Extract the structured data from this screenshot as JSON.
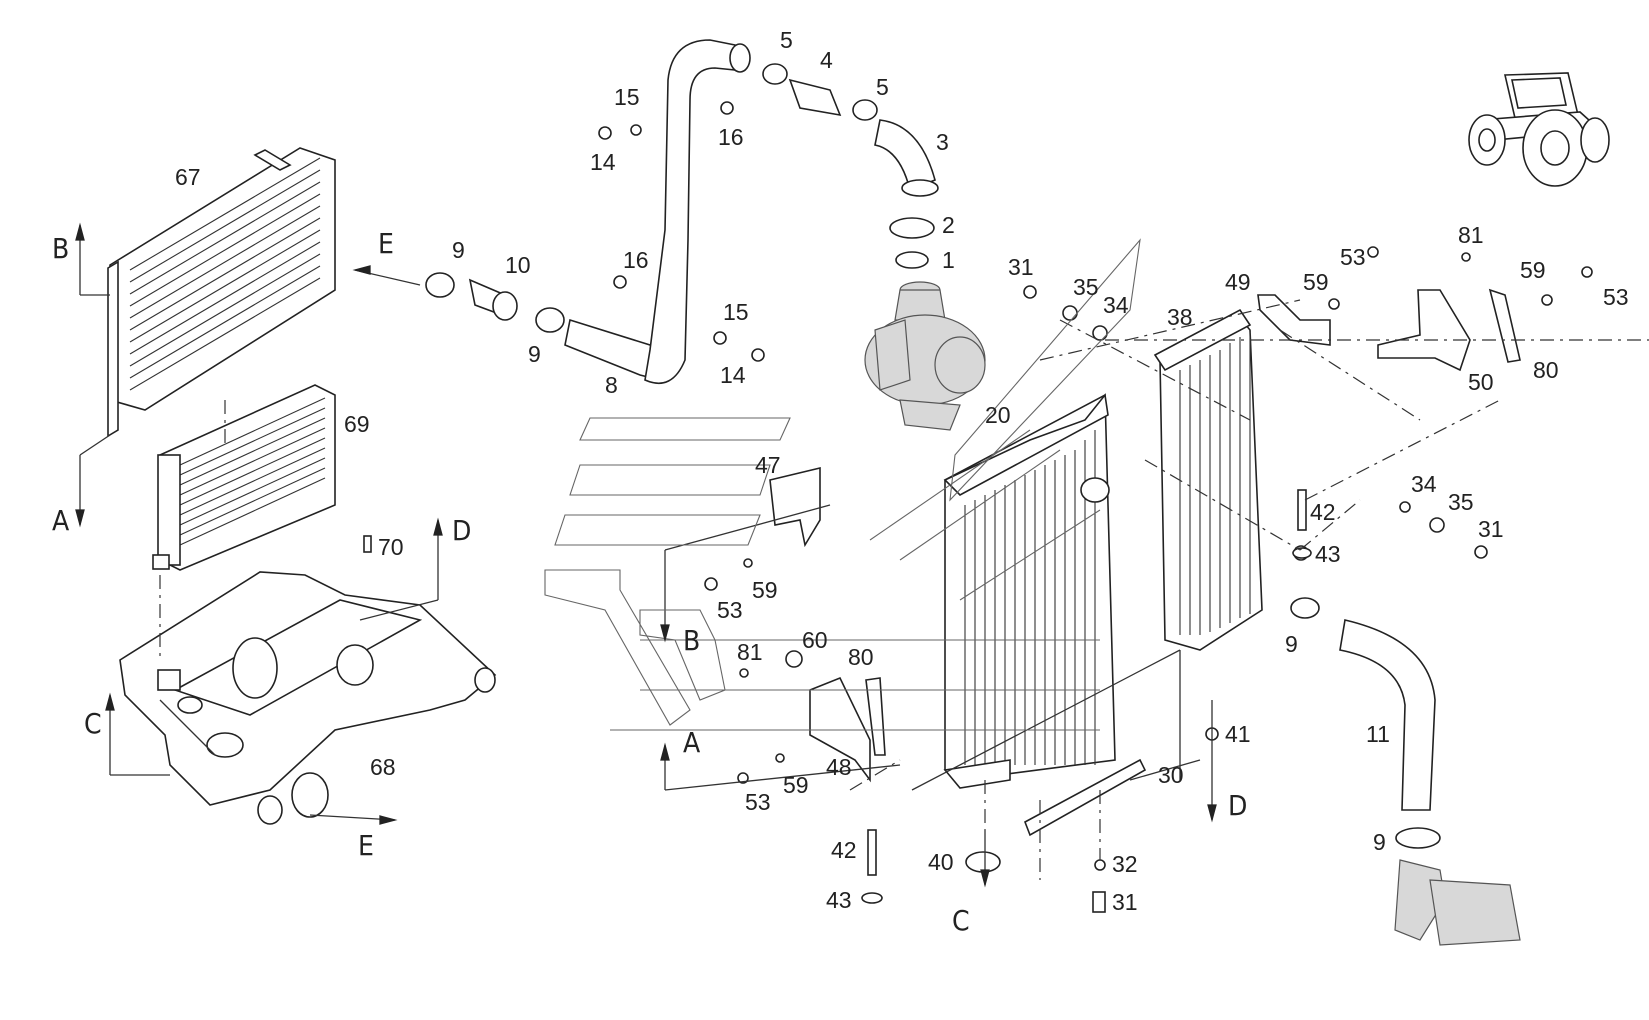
{
  "part_labels": {
    "p1": "1",
    "p2": "2",
    "p3": "3",
    "p4": "4",
    "p5a": "5",
    "p5b": "5",
    "p8": "8",
    "p9a": "9",
    "p9b": "9",
    "p9c": "9",
    "p9d": "9",
    "p10": "10",
    "p11": "11",
    "p14a": "14",
    "p14b": "14",
    "p15a": "15",
    "p15b": "15",
    "p16a": "16",
    "p16b": "16",
    "p20": "20",
    "p30": "30",
    "p31a": "31",
    "p31b": "31",
    "p31c": "31",
    "p32": "32",
    "p34a": "34",
    "p34b": "34",
    "p35a": "35",
    "p35b": "35",
    "p38": "38",
    "p40": "40",
    "p41": "41",
    "p42a": "42",
    "p42b": "42",
    "p43a": "43",
    "p43b": "43",
    "p47": "47",
    "p48": "48",
    "p49": "49",
    "p50": "50",
    "p53a": "53",
    "p53b": "53",
    "p53c": "53",
    "p53d": "53",
    "p59a": "59",
    "p59b": "59",
    "p59c": "59",
    "p59d": "59",
    "p60": "60",
    "p67": "67",
    "p68": "68",
    "p69": "69",
    "p70": "70",
    "p80a": "80",
    "p80b": "80",
    "p81a": "81",
    "p81b": "81"
  },
  "direction_markers": {
    "B1": "B",
    "B2": "B",
    "A1": "A",
    "A2": "A",
    "C1": "C",
    "C2": "C",
    "D1": "D",
    "D2": "D",
    "E1": "E",
    "E2": "E"
  },
  "icons": [
    "tractor-icon"
  ]
}
